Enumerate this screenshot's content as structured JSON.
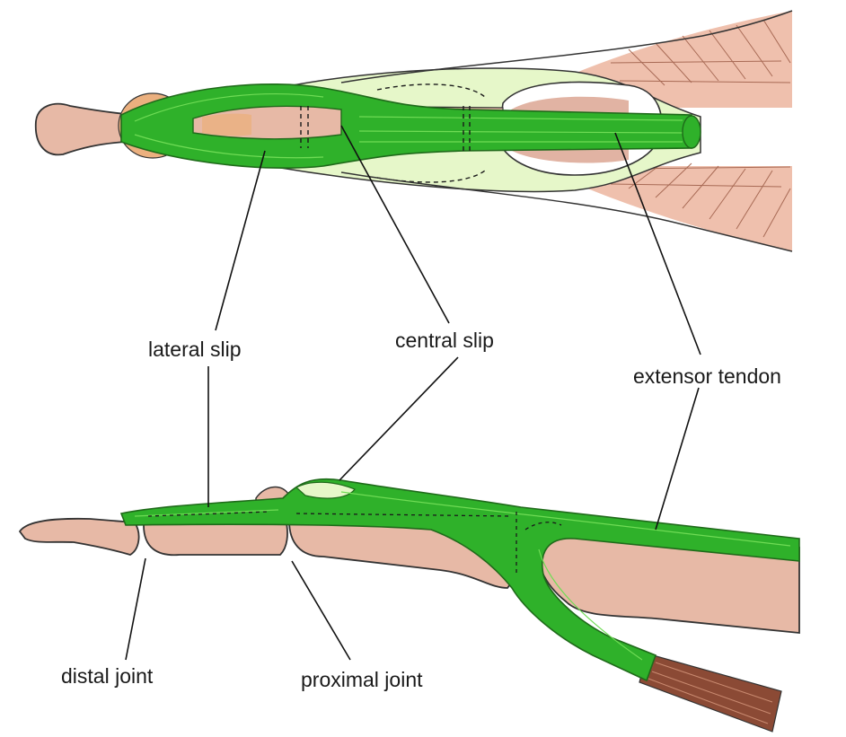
{
  "labels": {
    "lateral_slip": "lateral slip",
    "central_slip": "central slip",
    "extensor_tendon": "extensor tendon",
    "distal_joint": "distal joint",
    "proximal_joint": "proximal joint"
  },
  "colors": {
    "bone": "#e7b9a6",
    "bone_dark": "#d9a08c",
    "tendon": "#2fb12a",
    "tendon_light": "#5fd24a",
    "sheath": "#e6f7c9",
    "muscle": "#eab49f",
    "muscle_dark": "#8b4a35",
    "outline": "#333333"
  }
}
